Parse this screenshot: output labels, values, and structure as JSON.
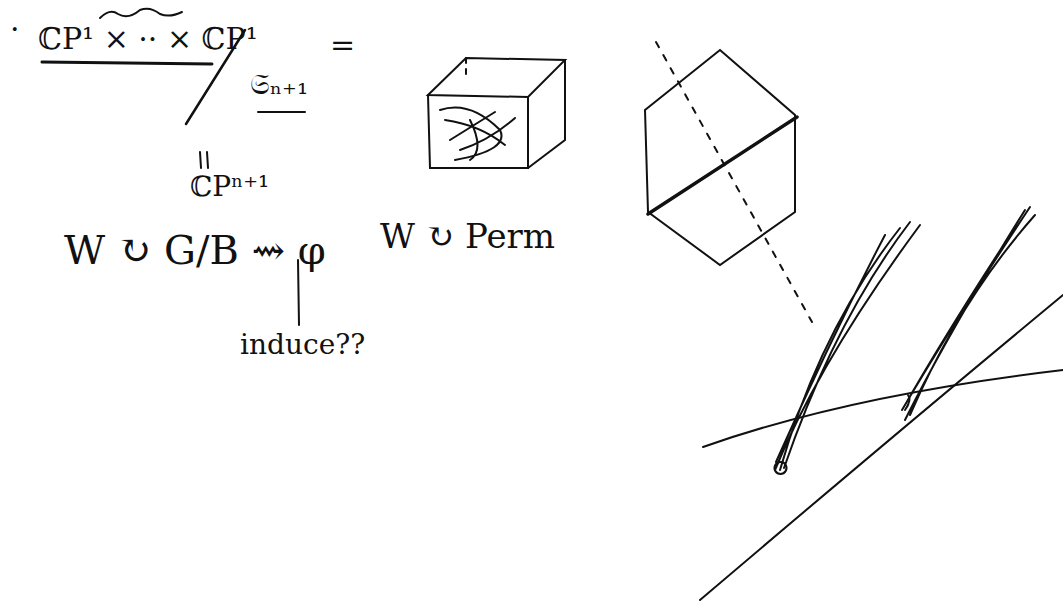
{
  "diagram": {
    "labels": [
      "·",
      "ℂP¹ × ·· × ℂP¹",
      "𝔖ₙ₊₁",
      "=",
      "ℂPⁿ⁺¹",
      "W ↻ G/B ⇝ φ",
      "W ↻ Perm",
      "induce??"
    ]
  }
}
